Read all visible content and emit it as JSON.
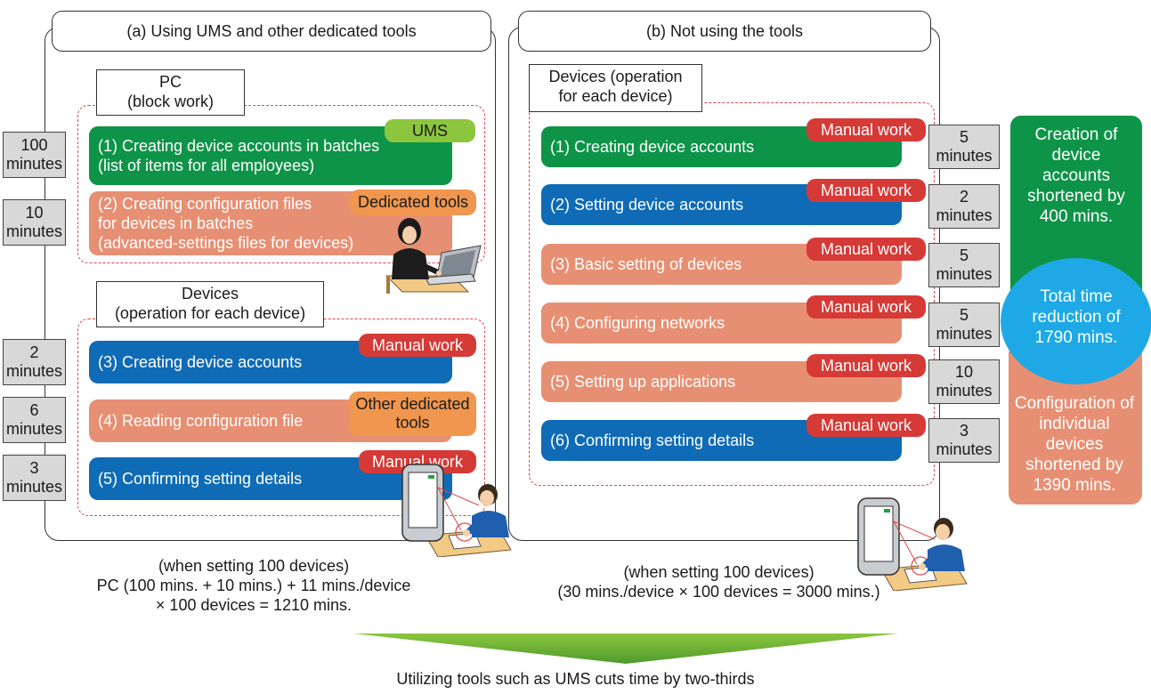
{
  "panel_a": {
    "title": "(a) Using UMS and other dedicated tools",
    "pc_label": "PC\n(block work)",
    "devices_label": "Devices\n(operation for each device)",
    "steps": [
      {
        "text": "(1) Creating device accounts in batches\n(list of items for all employees)",
        "tag": "UMS",
        "time": "100\nminutes"
      },
      {
        "text": "(2) Creating configuration files\nfor devices in batches\n(advanced-settings files for devices)",
        "tag": "Dedicated tools",
        "time": "10\nminutes"
      },
      {
        "text": "(3) Creating device accounts",
        "tag": "Manual work",
        "time": "2\nminutes"
      },
      {
        "text": "(4) Reading configuration file",
        "tag": "Other dedicated\ntools",
        "time": "6\nminutes"
      },
      {
        "text": "(5) Confirming setting details",
        "tag": "Manual work",
        "time": "3\nminutes"
      }
    ],
    "caption": "(when setting 100 devices)\nPC (100 mins. + 10 mins.) + 11 mins./device\n× 100 devices = 1210 mins."
  },
  "panel_b": {
    "title": "(b) Not using the tools",
    "devices_label": "Devices (operation\nfor each device)",
    "steps": [
      {
        "text": "(1) Creating device accounts",
        "tag": "Manual work",
        "time": "5\nminutes"
      },
      {
        "text": "(2) Setting device accounts",
        "tag": "Manual work",
        "time": "2\nminutes"
      },
      {
        "text": "(3) Basic setting of devices",
        "tag": "Manual work",
        "time": "5\nminutes"
      },
      {
        "text": "(4) Configuring networks",
        "tag": "Manual work",
        "time": "5\nminutes"
      },
      {
        "text": "(5) Setting up applications",
        "tag": "Manual work",
        "time": "10\nminutes"
      },
      {
        "text": "(6) Confirming setting details",
        "tag": "Manual work",
        "time": "3\nminutes"
      }
    ],
    "caption": "(when setting 100 devices)\n(30 mins./device × 100 devices = 3000 mins.)"
  },
  "summary": {
    "accounts": "Creation of\ndevice\naccounts\nshortened by\n400 mins.",
    "total": "Total time\nreduction of\n1790 mins.",
    "config": "Configuration of\nindividual\ndevices\nshortened by\n1390 mins."
  },
  "footer": "Utilizing tools such as UMS cuts time by two-thirds",
  "colors": {
    "green": "#0e9448",
    "blue": "#0f6bb5",
    "salmon": "#e78f73",
    "red_tag": "#d63a36",
    "cyan": "#1ea9e6",
    "arrow": "#8cc63e"
  }
}
